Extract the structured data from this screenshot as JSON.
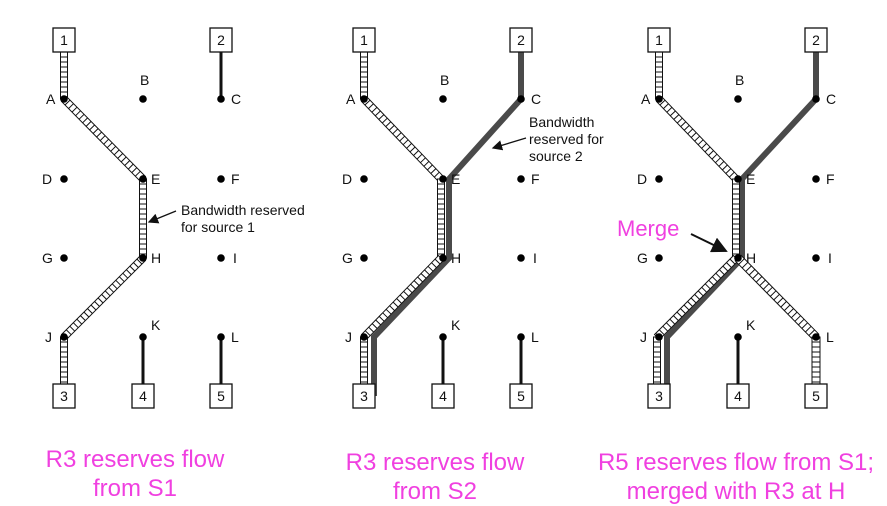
{
  "colors": {
    "caption": "#f040e0",
    "solid": "#4a4a4a",
    "line": "#111111"
  },
  "node_labels": {
    "A": "A",
    "B": "B",
    "C": "C",
    "D": "D",
    "E": "E",
    "F": "F",
    "G": "G",
    "H": "H",
    "I": "I",
    "J": "J",
    "K": "K",
    "L": "L"
  },
  "box_labels": {
    "1": "1",
    "2": "2",
    "3": "3",
    "4": "4",
    "5": "5"
  },
  "panels": [
    {
      "caption_line1": "R3 reserves flow",
      "caption_line2": "from S1",
      "note_lines": [
        "Bandwidth reserved",
        "for source 1"
      ]
    },
    {
      "caption_line1": "R3 reserves flow",
      "caption_line2": "from S2",
      "note_lines": [
        "Bandwidth",
        "reserved for",
        "source 2"
      ]
    },
    {
      "caption_line1": "R5 reserves flow from S1;",
      "caption_line2": "merged with R3 at H",
      "merge_label": "Merge"
    }
  ]
}
